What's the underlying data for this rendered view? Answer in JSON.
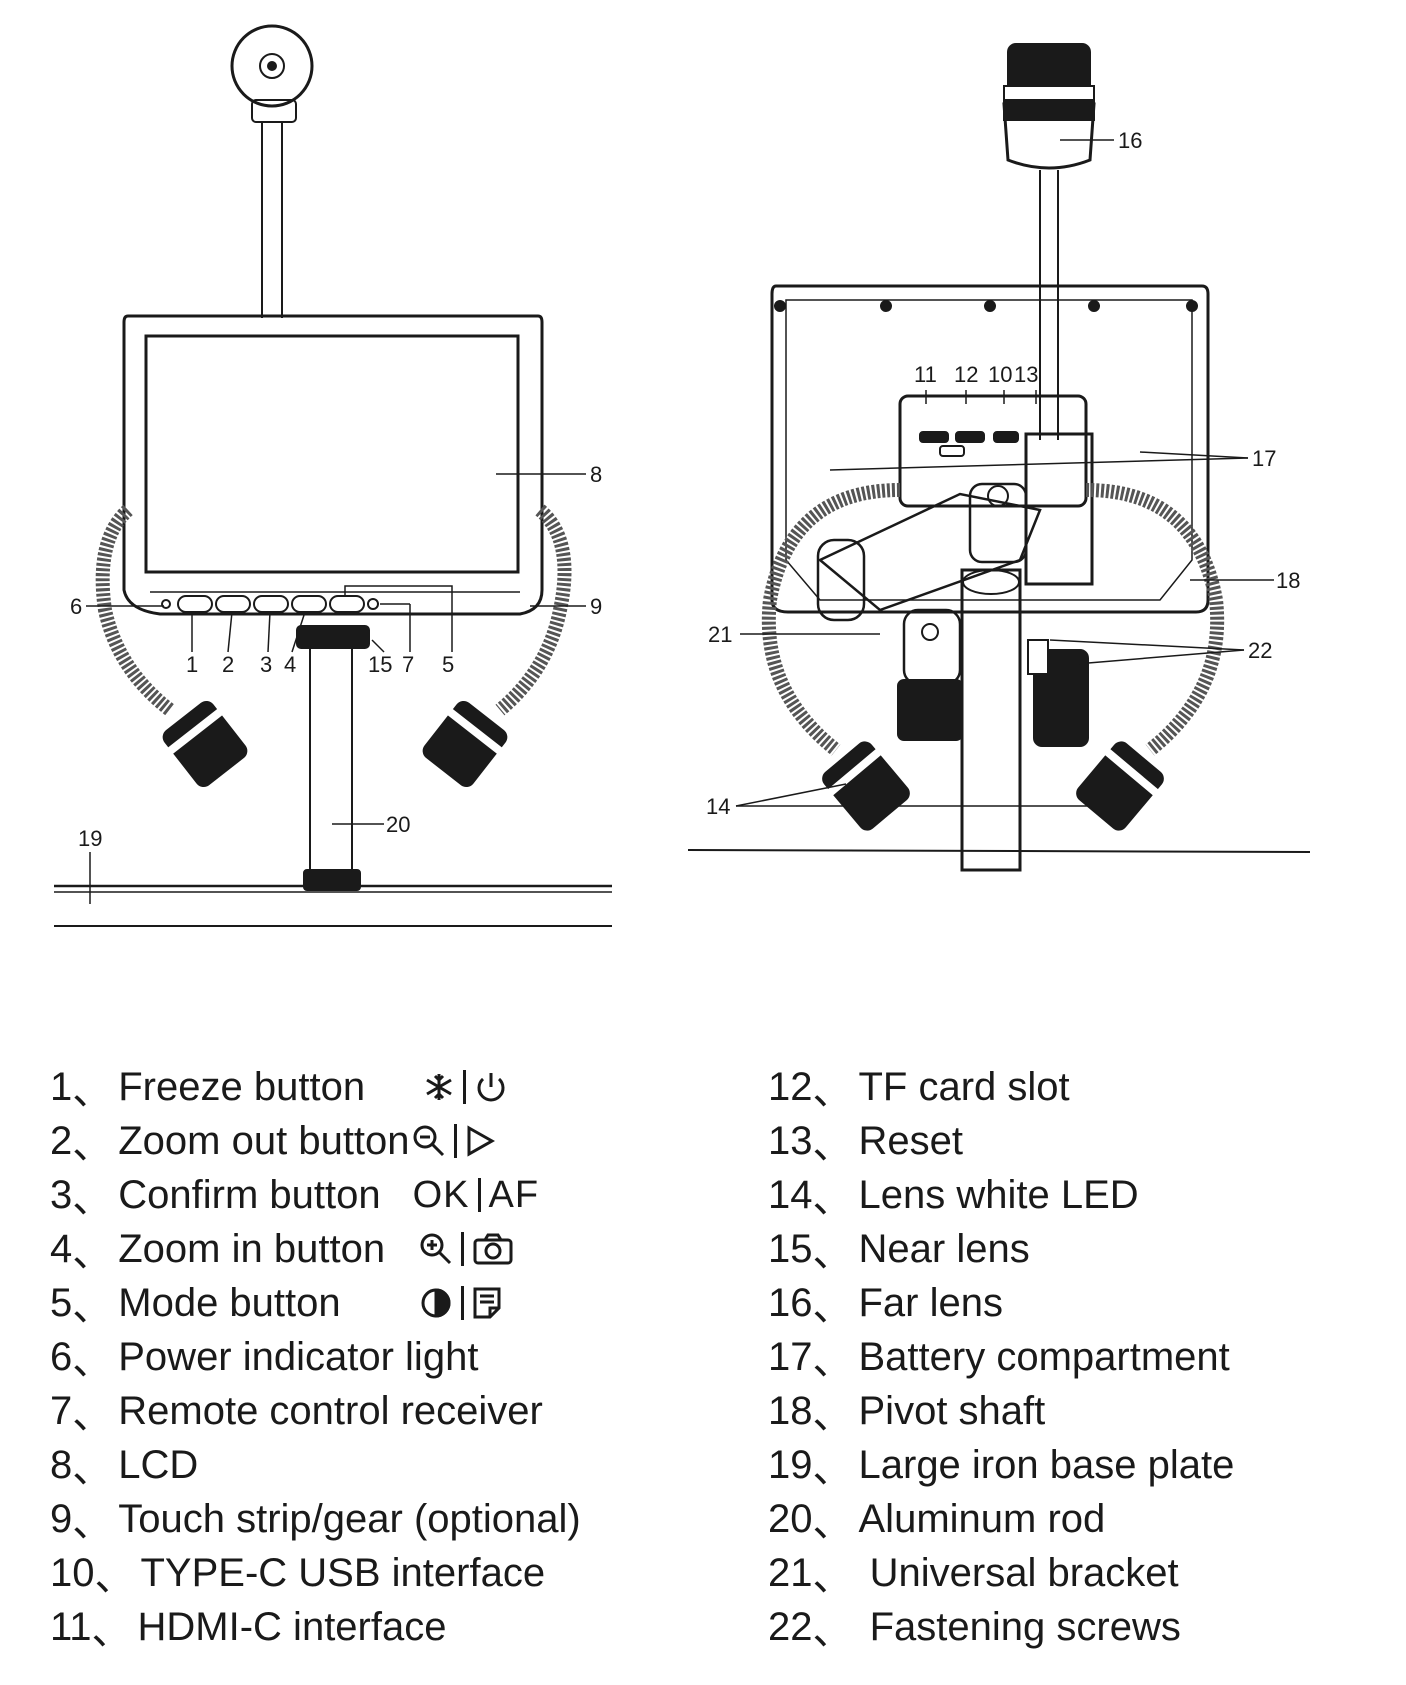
{
  "callouts": [
    "1",
    "2",
    "3",
    "4",
    "5",
    "6",
    "7",
    "8",
    "9",
    "10",
    "11",
    "12",
    "13",
    "14",
    "15",
    "16",
    "17",
    "18",
    "19",
    "20",
    "21",
    "22"
  ],
  "legend_left": [
    {
      "num": "1",
      "sep": "、",
      "label": "Freeze button",
      "icons": [
        "snowflake-icon",
        "power-icon"
      ]
    },
    {
      "num": "2",
      "sep": "、",
      "label": "Zoom out button",
      "icons": [
        "zoom-out-icon",
        "play-icon"
      ]
    },
    {
      "num": "3",
      "sep": "、",
      "label": "Confirm button",
      "icons": [
        "ok-text",
        "af-text"
      ],
      "icon_text": [
        "OK",
        "AF"
      ]
    },
    {
      "num": "4",
      "sep": "、",
      "label": "Zoom in button",
      "icons": [
        "zoom-in-icon",
        "camera-icon"
      ]
    },
    {
      "num": "5",
      "sep": "、",
      "label": "Mode button",
      "icons": [
        "contrast-icon",
        "note-icon"
      ]
    },
    {
      "num": "6",
      "sep": "、",
      "label": "Power indicator light"
    },
    {
      "num": "7",
      "sep": "、",
      "label": "Remote control receiver"
    },
    {
      "num": "8",
      "sep": "、",
      "label": "LCD"
    },
    {
      "num": "9",
      "sep": "、",
      "label": "Touch strip/gear (optional)"
    },
    {
      "num": "10",
      "sep": "、",
      "label": "TYPE-C USB interface"
    },
    {
      "num": "11",
      "sep": "、",
      "label": "HDMI-C interface"
    }
  ],
  "legend_right": [
    {
      "num": "12",
      "sep": "、",
      "label": "TF card slot"
    },
    {
      "num": "13",
      "sep": "、",
      "label": "Reset"
    },
    {
      "num": "14",
      "sep": "、",
      "label": "Lens white LED"
    },
    {
      "num": "15",
      "sep": "、",
      "label": "Near lens"
    },
    {
      "num": "16",
      "sep": "、",
      "label": "Far lens"
    },
    {
      "num": "17",
      "sep": "、",
      "label": "Battery compartment"
    },
    {
      "num": "18",
      "sep": "、",
      "label": "Pivot shaft"
    },
    {
      "num": "19",
      "sep": "、",
      "label": "Large iron base plate"
    },
    {
      "num": "20",
      "sep": "、",
      "label": "Aluminum rod"
    },
    {
      "num": "21",
      "sep": "、",
      "label": " Universal bracket"
    },
    {
      "num": "22",
      "sep": "、",
      "label": " Fastening screws"
    }
  ],
  "colors": {
    "ink": "#1a1a1a",
    "background": "#ffffff"
  }
}
